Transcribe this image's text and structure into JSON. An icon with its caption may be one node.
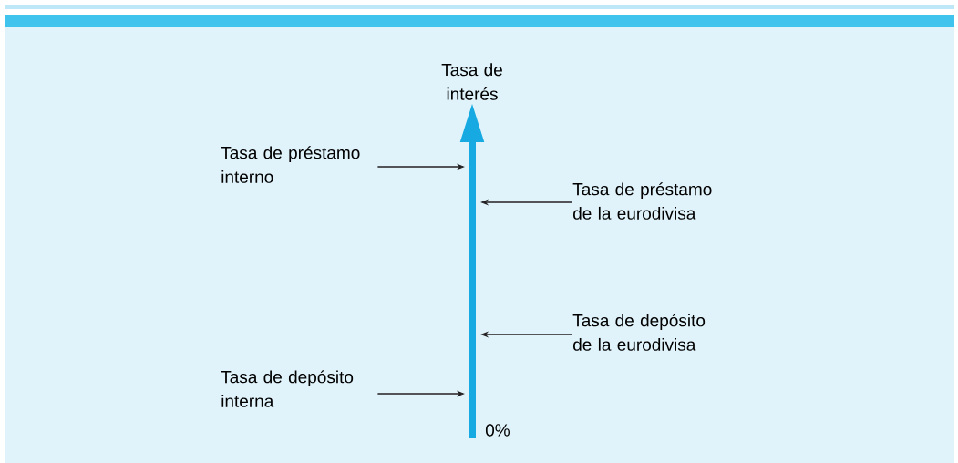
{
  "diagram": {
    "nodes": [
      {
        "text": [
          "Tasa de préstamo interno"
        ]
      },
      {
        "text": [
          "Tasa de préstamo de la eurodivisa"
        ]
      },
      {
        "text": [
          "Tasa de depósito de la eurodivisa"
        ]
      },
      {
        "text": [
          "Tasa de depósito interna"
        ]
      }
    ],
    "edges": [
      {
        "from": 0,
        "to": null,
        "arrow": "to"
      },
      {
        "from": 1,
        "to": null,
        "arrow": "to"
      },
      {
        "from": 2,
        "to": null,
        "arrow": "to"
      },
      {
        "from": 3,
        "to": null,
        "arrow": "to"
      }
    ],
    "labels": [
      "Tasa de interés",
      "0%"
    ]
  }
}
